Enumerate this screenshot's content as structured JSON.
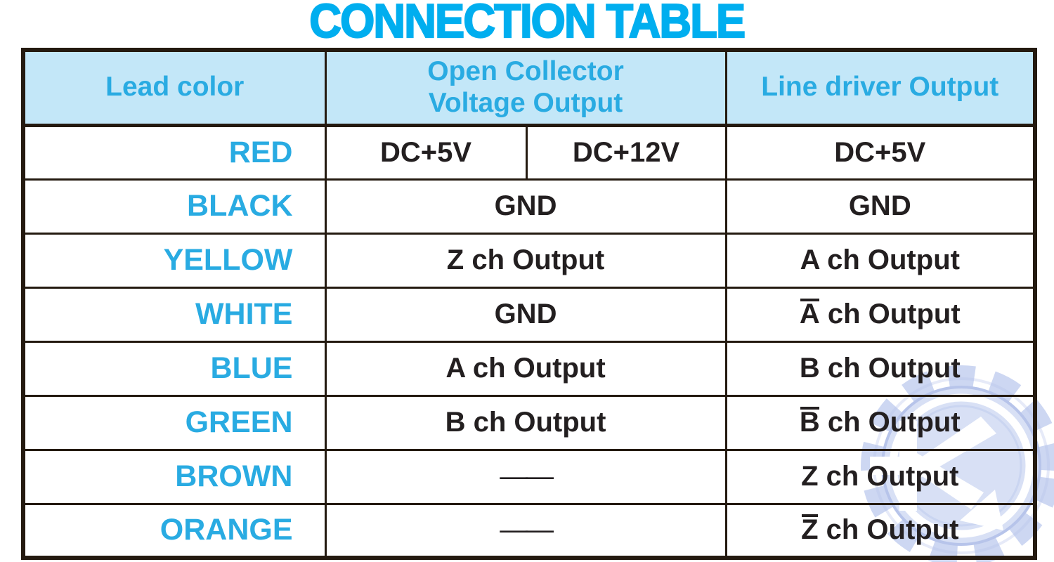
{
  "title": "CONNECTION TABLE",
  "colors": {
    "title_cyan": "#00aeef",
    "cell_cyan": "#29abe2",
    "header_bg": "#c3e7f8",
    "grid_line": "#241a10",
    "dark_text": "#231f20",
    "watermark_outline": "#b7c4ea",
    "watermark_fill": "#d8e0f5"
  },
  "table": {
    "headers": [
      {
        "label": "Lead color"
      },
      {
        "label": "Open Collector\nVoltage Output"
      },
      {
        "label": "Line driver Output"
      }
    ],
    "rows": [
      {
        "lead_color": "RED",
        "open_collector": [
          {
            "segments": [
              {
                "text": "DC+5V"
              }
            ]
          },
          {
            "segments": [
              {
                "text": "DC+12V"
              }
            ]
          }
        ],
        "line_driver": {
          "segments": [
            {
              "text": "DC+5V"
            }
          ]
        }
      },
      {
        "lead_color": "BLACK",
        "open_collector": [
          {
            "segments": [
              {
                "text": "GND"
              }
            ]
          }
        ],
        "line_driver": {
          "segments": [
            {
              "text": "GND"
            }
          ]
        }
      },
      {
        "lead_color": "YELLOW",
        "open_collector": [
          {
            "segments": [
              {
                "text": "Z ch Output"
              }
            ]
          }
        ],
        "line_driver": {
          "segments": [
            {
              "text": "A ch Output"
            }
          ]
        }
      },
      {
        "lead_color": "WHITE",
        "open_collector": [
          {
            "segments": [
              {
                "text": "GND"
              }
            ]
          }
        ],
        "line_driver": {
          "segments": [
            {
              "text": "A",
              "overline": true
            },
            {
              "text": " ch Output"
            }
          ]
        }
      },
      {
        "lead_color": "BLUE",
        "open_collector": [
          {
            "segments": [
              {
                "text": "A ch Output"
              }
            ]
          }
        ],
        "line_driver": {
          "segments": [
            {
              "text": "B ch Output"
            }
          ]
        }
      },
      {
        "lead_color": "GREEN",
        "open_collector": [
          {
            "segments": [
              {
                "text": "B ch Output"
              }
            ]
          }
        ],
        "line_driver": {
          "segments": [
            {
              "text": "B",
              "overline": true
            },
            {
              "text": " ch Output"
            }
          ]
        }
      },
      {
        "lead_color": "BROWN",
        "open_collector": [
          {
            "dash": true,
            "segments": [
              {
                "text": "——"
              }
            ]
          }
        ],
        "line_driver": {
          "segments": [
            {
              "text": "Z ch Output"
            }
          ]
        }
      },
      {
        "lead_color": "ORANGE",
        "open_collector": [
          {
            "dash": true,
            "segments": [
              {
                "text": "——"
              }
            ]
          }
        ],
        "line_driver": {
          "segments": [
            {
              "text": "Z",
              "overline": true
            },
            {
              "text": " ch Output"
            }
          ]
        }
      }
    ]
  },
  "watermark": {
    "description": "gear logo with K arrow"
  }
}
